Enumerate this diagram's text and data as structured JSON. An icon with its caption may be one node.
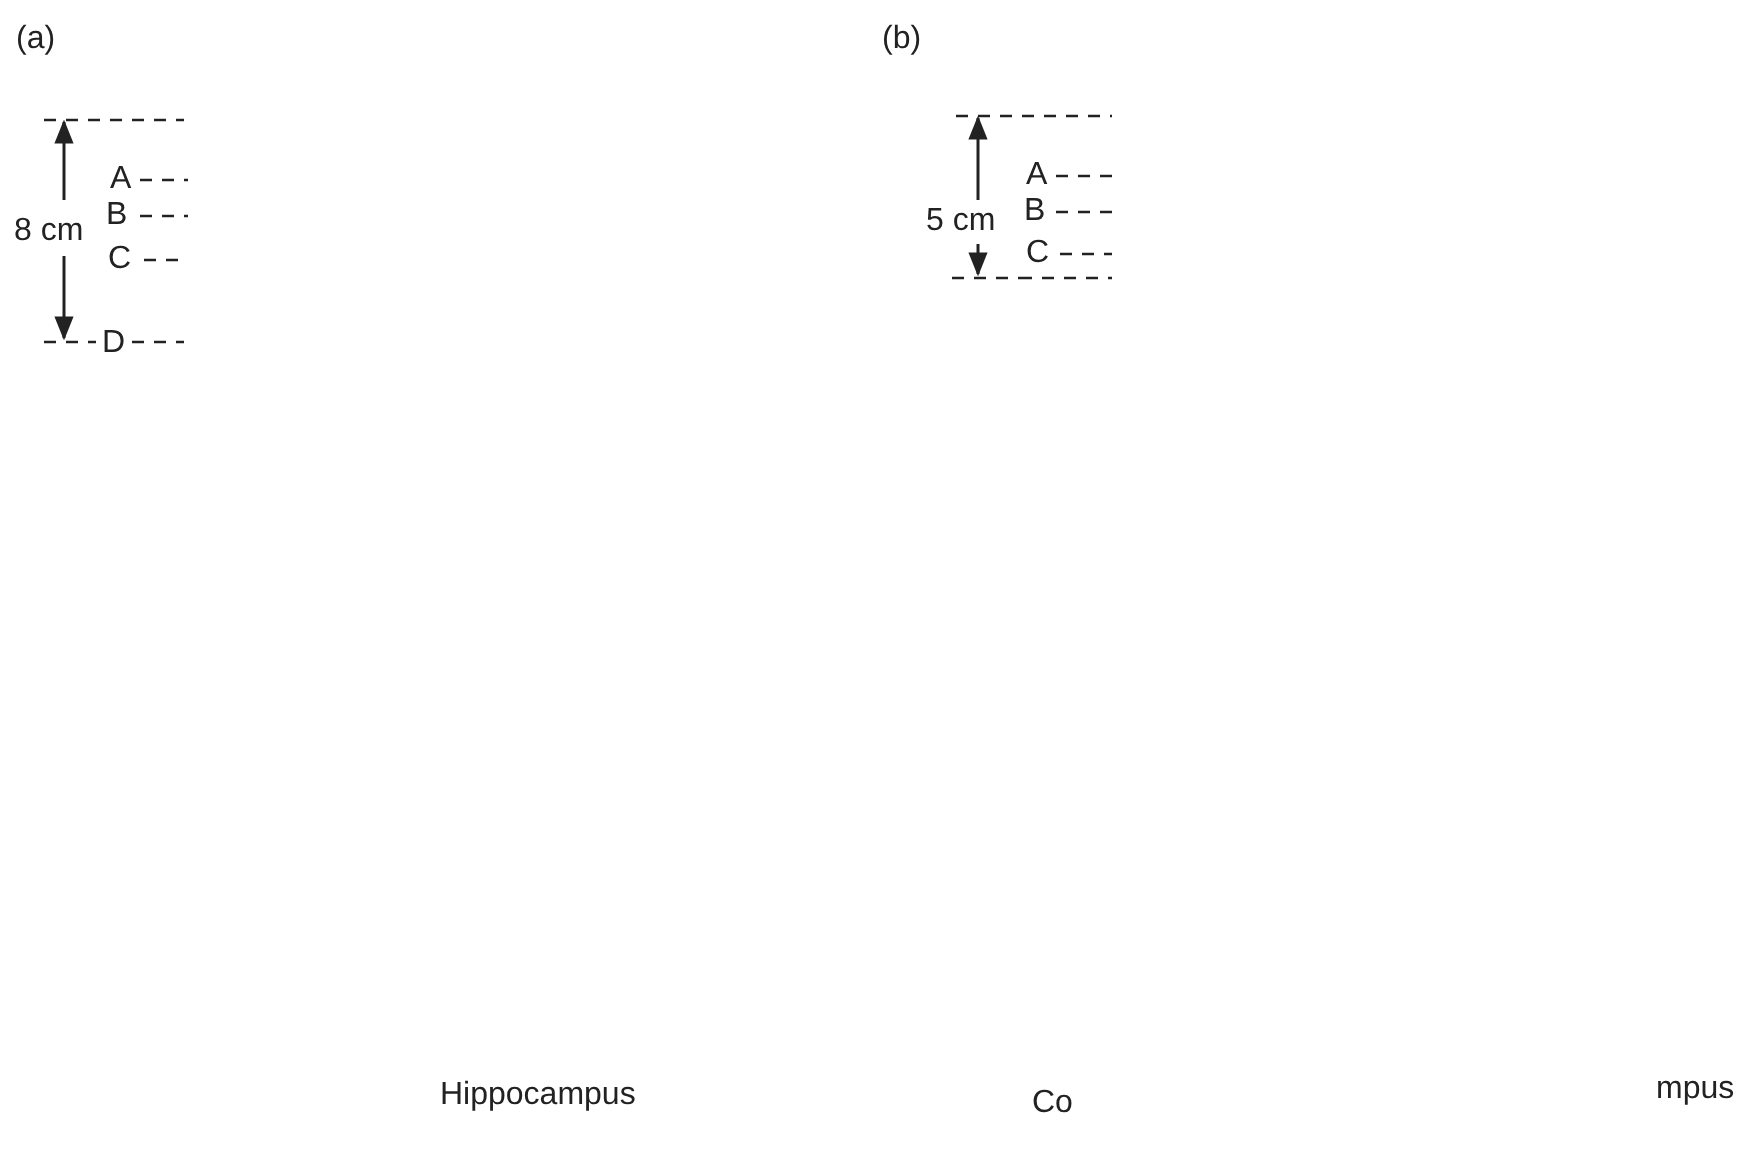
{
  "diagram": {
    "labels": [
      "(a)",
      "(b)",
      "A",
      "B",
      "8 cm",
      "C",
      "D",
      "A",
      "B",
      "5 cm",
      "C",
      "Hippocampus",
      "Co",
      "mpus"
    ]
  }
}
